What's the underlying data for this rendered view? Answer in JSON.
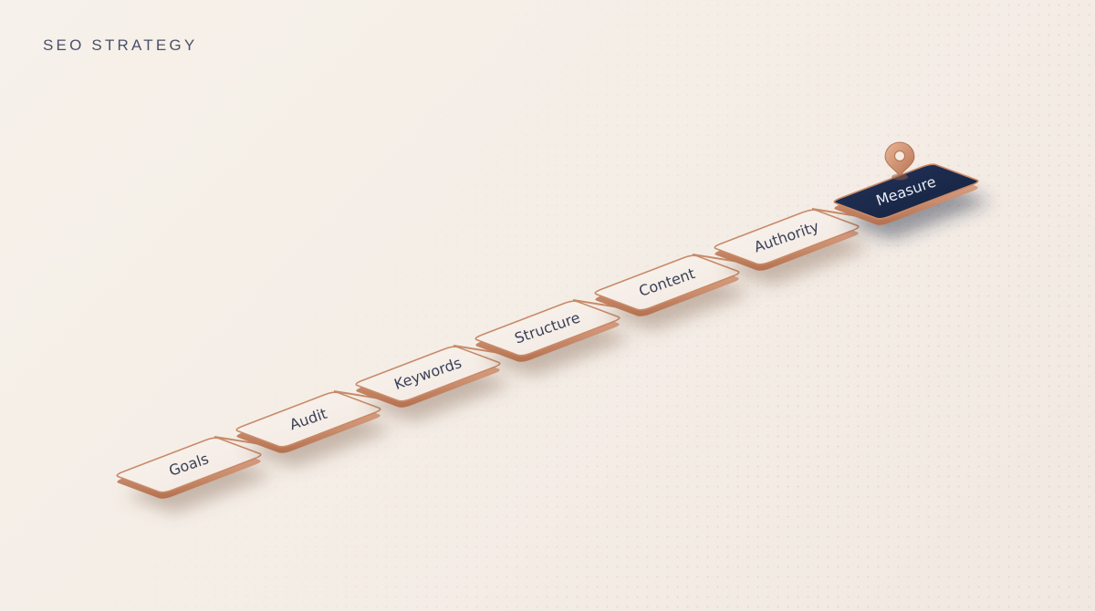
{
  "page": {
    "title": "SEO STRATEGY"
  },
  "colors": {
    "copper": "#c98a68",
    "card_face": "#f5ede6",
    "active_card": "#1b2a4a",
    "text": "#3a4058",
    "active_text": "#e9ecf4"
  },
  "steps": [
    {
      "label": "Goals",
      "active": false
    },
    {
      "label": "Audit",
      "active": false
    },
    {
      "label": "Keywords",
      "active": false
    },
    {
      "label": "Structure",
      "active": false
    },
    {
      "label": "Content",
      "active": false
    },
    {
      "label": "Authority",
      "active": false
    },
    {
      "label": "Measure",
      "active": true
    }
  ],
  "marker": {
    "icon": "map-pin-icon",
    "step": "Measure"
  }
}
